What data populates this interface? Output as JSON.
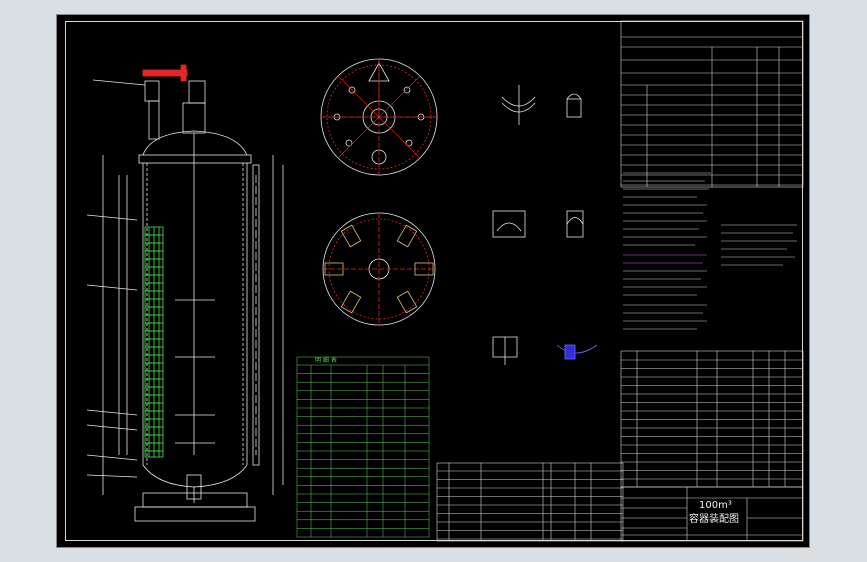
{
  "drawing": {
    "title_line1": "100m³",
    "title_line2": "容器装配图"
  },
  "parts_list": {
    "title": "明 细 表"
  },
  "colors": {
    "background": "#000000",
    "lines": "#e8e8e8",
    "accent_red": "#e32626",
    "coil_green": "#3dd23d",
    "table_cyan": "#5fe0e0",
    "parts_table_green": "#5fd35f"
  }
}
